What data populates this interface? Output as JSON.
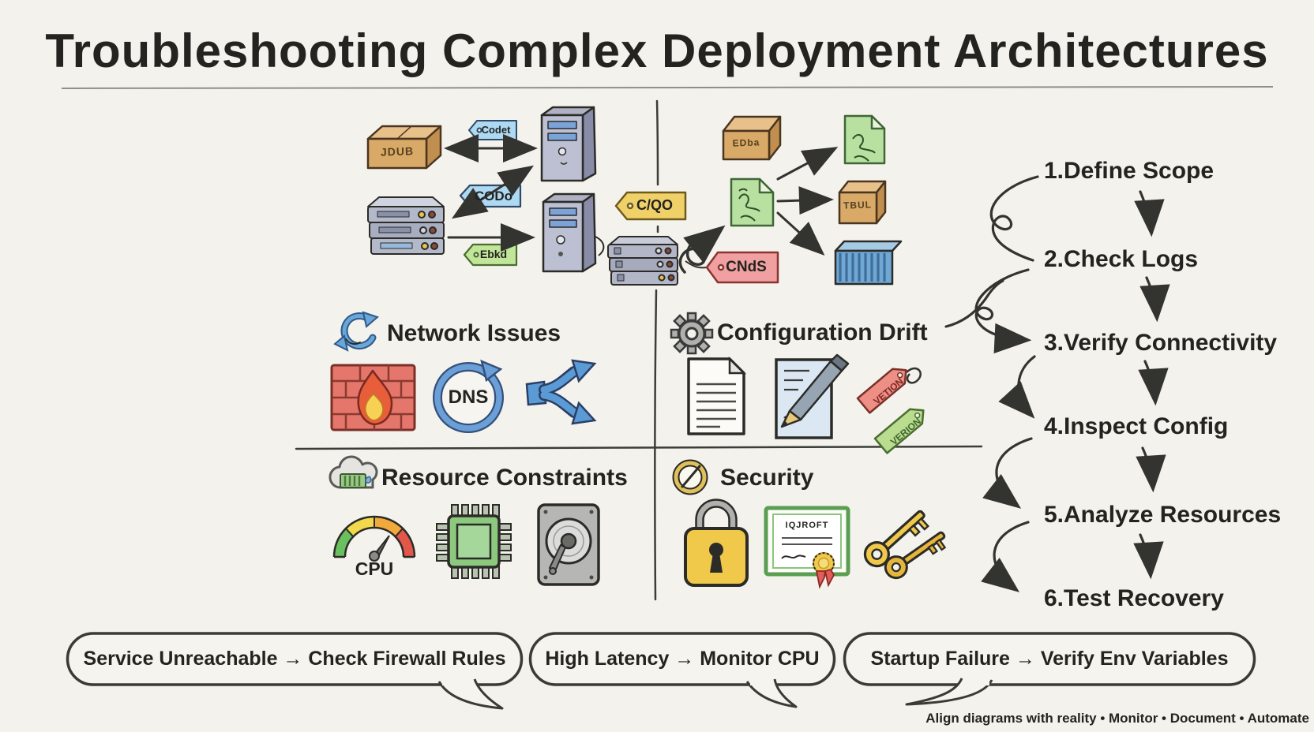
{
  "title": "Troubleshooting Complex Deployment Architectures",
  "left_diagram": {
    "box_label": "JDUB",
    "tag1": "Codet",
    "tag2": "CODo",
    "tag3": "Ebkd"
  },
  "right_diagram": {
    "box1_label": "EDba",
    "tag_yellow": "C/QO",
    "tag_pink": "CNdS",
    "box2_label": "TBUL"
  },
  "quadrants": {
    "network": {
      "label": "Network Issues",
      "dns_text": "DNS"
    },
    "configuration": {
      "label": "Configuration Drift",
      "tag_red": "VETION",
      "tag_green": "VERION"
    },
    "resource": {
      "label": "Resource Constraints",
      "gauge_label": "CPU"
    },
    "security": {
      "label": "Security",
      "cert_title": "IQJROFT"
    }
  },
  "steps": [
    "1.Define Scope",
    "2.Check Logs",
    "3.Verify Connectivity",
    "4.Inspect Config",
    "5.Analyze Resources",
    "6.Test Recovery"
  ],
  "bubbles": [
    "Service Unreachable → Check Firewall Rules",
    "High Latency → Monitor CPU",
    "Startup Failure → Verify Env Variables"
  ],
  "footer": "Align diagrams with reality • Monitor • Document • Automate",
  "colors": {
    "background": "#f4f2ec",
    "ink": "#33332f",
    "blue": "#5b9bd5",
    "tag_blue": "#aed9f2",
    "tag_yellow": "#f0d169",
    "tag_pink": "#f0a0a0",
    "tag_green": "#c2e699",
    "box_brown": "#d9a967",
    "firewall_red": "#e4766b",
    "chip_green": "#8cc97f",
    "gold": "#f0c84a"
  }
}
